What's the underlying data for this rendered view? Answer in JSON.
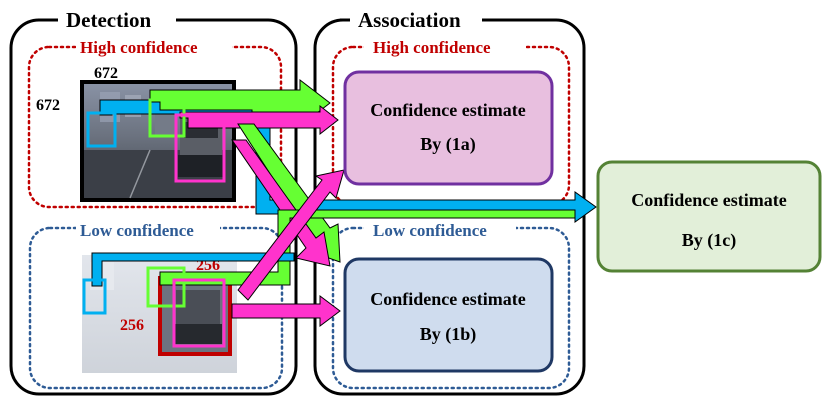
{
  "colors": {
    "black": "#000000",
    "high": "#c00000",
    "low": "#2e5b95",
    "green_arrow": "#66ff33",
    "blue_arrow": "#00b0f0",
    "pink_arrow": "#ff33cc",
    "box_1a_fill": "#e8bfdf",
    "box_1a_border": "#7030a0",
    "box_1b_fill": "#cfdcee",
    "box_1b_border": "#1f3864",
    "box_1c_fill": "#e2efd9",
    "box_1c_border": "#548235",
    "patch_border": "#c00000"
  },
  "detection": {
    "title": "Detection",
    "high": {
      "label": "High confidence",
      "size_top": "672",
      "size_left": "672"
    },
    "low": {
      "label": "Low confidence",
      "size_top": "256",
      "size_left": "256"
    }
  },
  "association": {
    "title": "Association",
    "high_label": "High confidence",
    "low_label": "Low confidence",
    "box_1a": {
      "line1": "Confidence estimate",
      "line2": "By (1a)"
    },
    "box_1b": {
      "line1": "Confidence estimate",
      "line2": "By (1b)"
    }
  },
  "output": {
    "box_1c": {
      "line1": "Confidence estimate",
      "line2": "By (1c)"
    }
  },
  "icons": {
    "image_high": "street-scene-image",
    "image_low": "street-scene-image-lowres"
  }
}
